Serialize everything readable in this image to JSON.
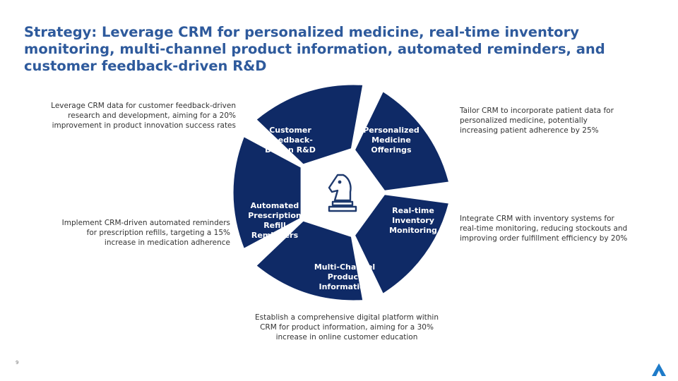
{
  "title": "Strategy: Leverage CRM for personalized medicine, real-time inventory monitoring, multi-channel product information, automated reminders, and customer feedback-driven R&D",
  "petals": [
    {
      "id": "personalized",
      "label": "Personalized Medicine Offerings",
      "description": "Tailor CRM to incorporate patient data for personalized medicine, potentially increasing patient adherence by 25%"
    },
    {
      "id": "inventory",
      "label": "Real-time Inventory Monitoring",
      "description": "Integrate CRM with inventory systems for real-time monitoring, reducing stockouts and improving order fulfillment efficiency by 20%"
    },
    {
      "id": "multichannel",
      "label": "Multi-Channel Product Information",
      "description": "Establish a comprehensive digital platform within CRM for product information, aiming for a 30% increase in online customer education"
    },
    {
      "id": "reminders",
      "label": "Automated Prescription Refill Reminders",
      "description": "Implement CRM-driven automated reminders for prescription refills, targeting a 15% increase in medication adherence"
    },
    {
      "id": "feedback",
      "label": "Customer Feedback-Driven R&D",
      "description": "Leverage CRM data for customer feedback-driven research and development, aiming for a 20% improvement in product innovation success rates"
    }
  ],
  "center_icon": "chess-knight-icon",
  "page_number": "9",
  "logo_icon": "company-logo-icon",
  "colors": {
    "title": "#2E5A9C",
    "petal": "#0F2A66",
    "icon": "#1F3A6E",
    "logo": "#1E7BC9"
  }
}
